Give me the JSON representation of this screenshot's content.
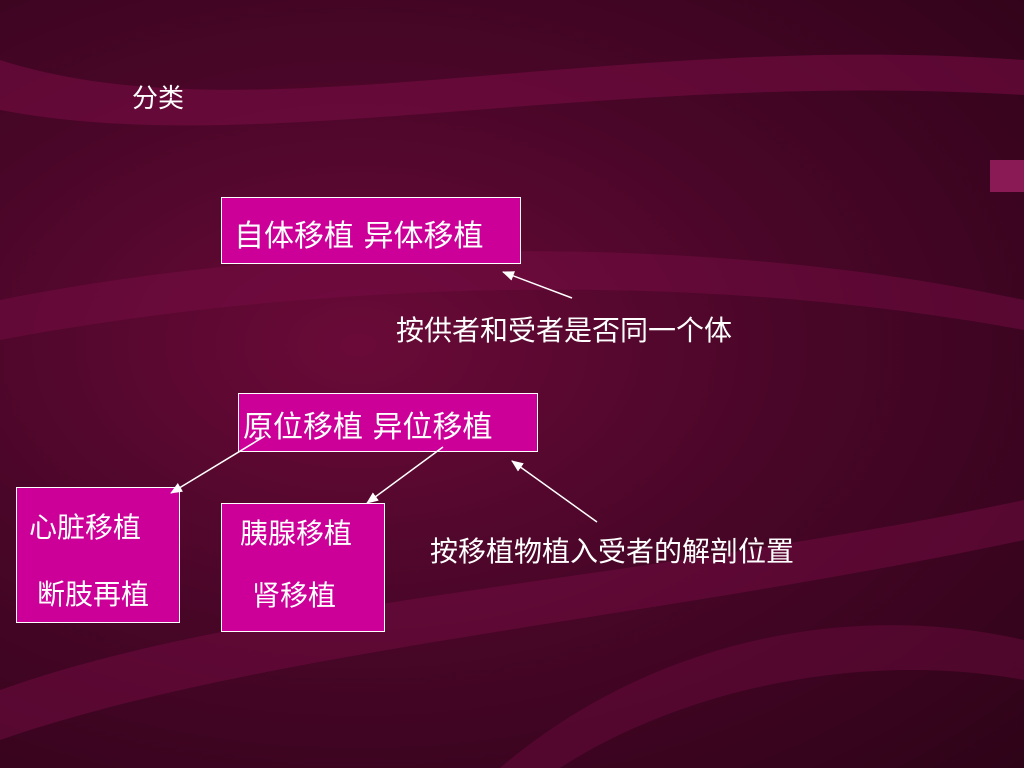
{
  "slide": {
    "title": "分类"
  },
  "boxes": {
    "origin_type": {
      "text": "自体移植 异体移植"
    },
    "site_type": {
      "text": "原位移植 异位移植"
    },
    "left_example": {
      "line1": "心脏移植",
      "line2": "断肢再植"
    },
    "right_example": {
      "line1": "胰腺移植",
      "line2": "肾移植"
    }
  },
  "notes": {
    "donor_recipient": "按供者和受者是否同一个体",
    "anatomic_site": "按移植物植入受者的解剖位置"
  },
  "colors": {
    "background": "#4a0628",
    "box_fill": "#cc0099",
    "box_border": "#ffffff",
    "text": "#ffffff",
    "arrow": "#ffffff"
  }
}
